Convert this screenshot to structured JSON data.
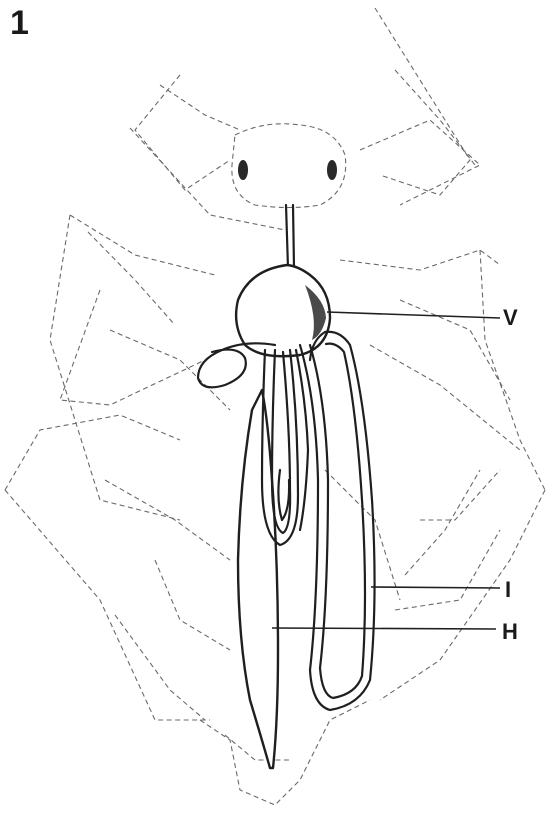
{
  "figure": {
    "number": "1",
    "labels": {
      "v": "V",
      "i": "I",
      "h": "H"
    }
  }
}
